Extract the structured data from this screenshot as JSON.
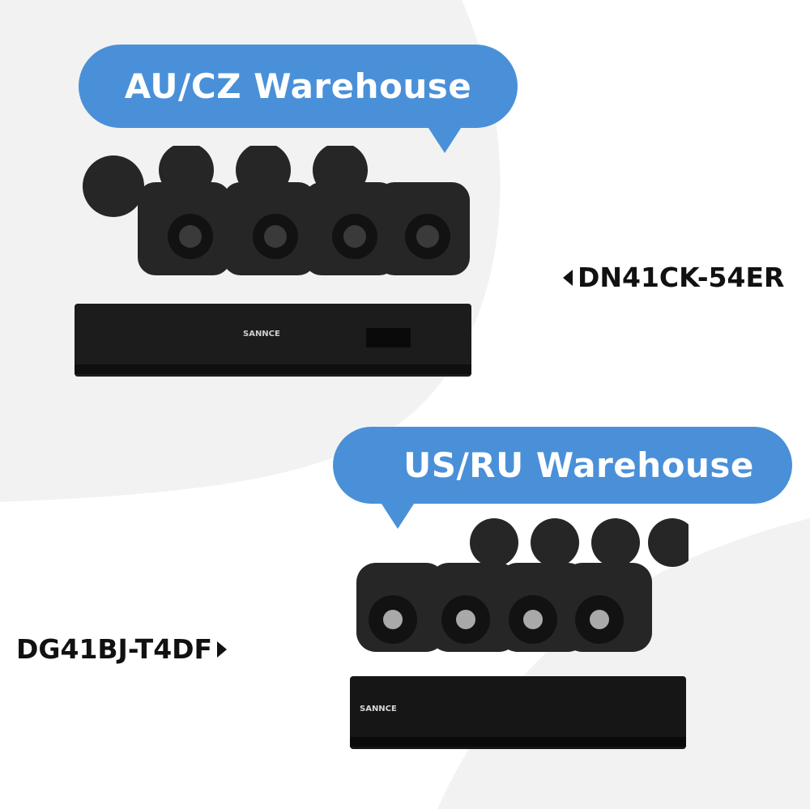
{
  "warehouses": [
    {
      "label": "AU/CZ Warehouse",
      "model": "DN41CK-54ER"
    },
    {
      "label": "US/RU Warehouse",
      "model": "DG41BJ-T4DF"
    }
  ],
  "brand": "SANNCE",
  "colors": {
    "bubble": "#4a90d9",
    "background_curve": "#f2f2f2",
    "device": "#1f1f1f"
  }
}
